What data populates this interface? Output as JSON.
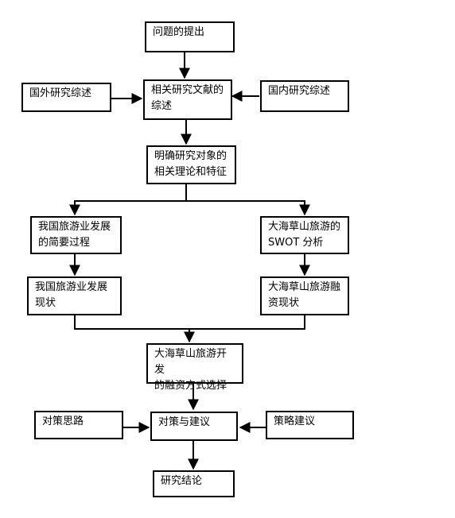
{
  "nodes": {
    "problem": "问题的提出",
    "foreign_review": "国外研究综述",
    "literature_review": "相关研究文献的\n综述",
    "domestic_review": "国内研究综述",
    "clarify_object": "明确研究对象的\n相关理论和特征",
    "tourism_history": "我国旅游业发展\n的简要过程",
    "swot": "大海草山旅游的\nSWOT 分析",
    "tourism_status": "我国旅游业发展\n现状",
    "financing_status": "大海草山旅游融\n资现状",
    "financing_choice": "大海草山旅游开发\n的融资方式选择",
    "strategy_thinking": "对策思路",
    "countermeasures": "对策与建议",
    "strategy_advice": "策略建议",
    "conclusion": "研究结论"
  }
}
